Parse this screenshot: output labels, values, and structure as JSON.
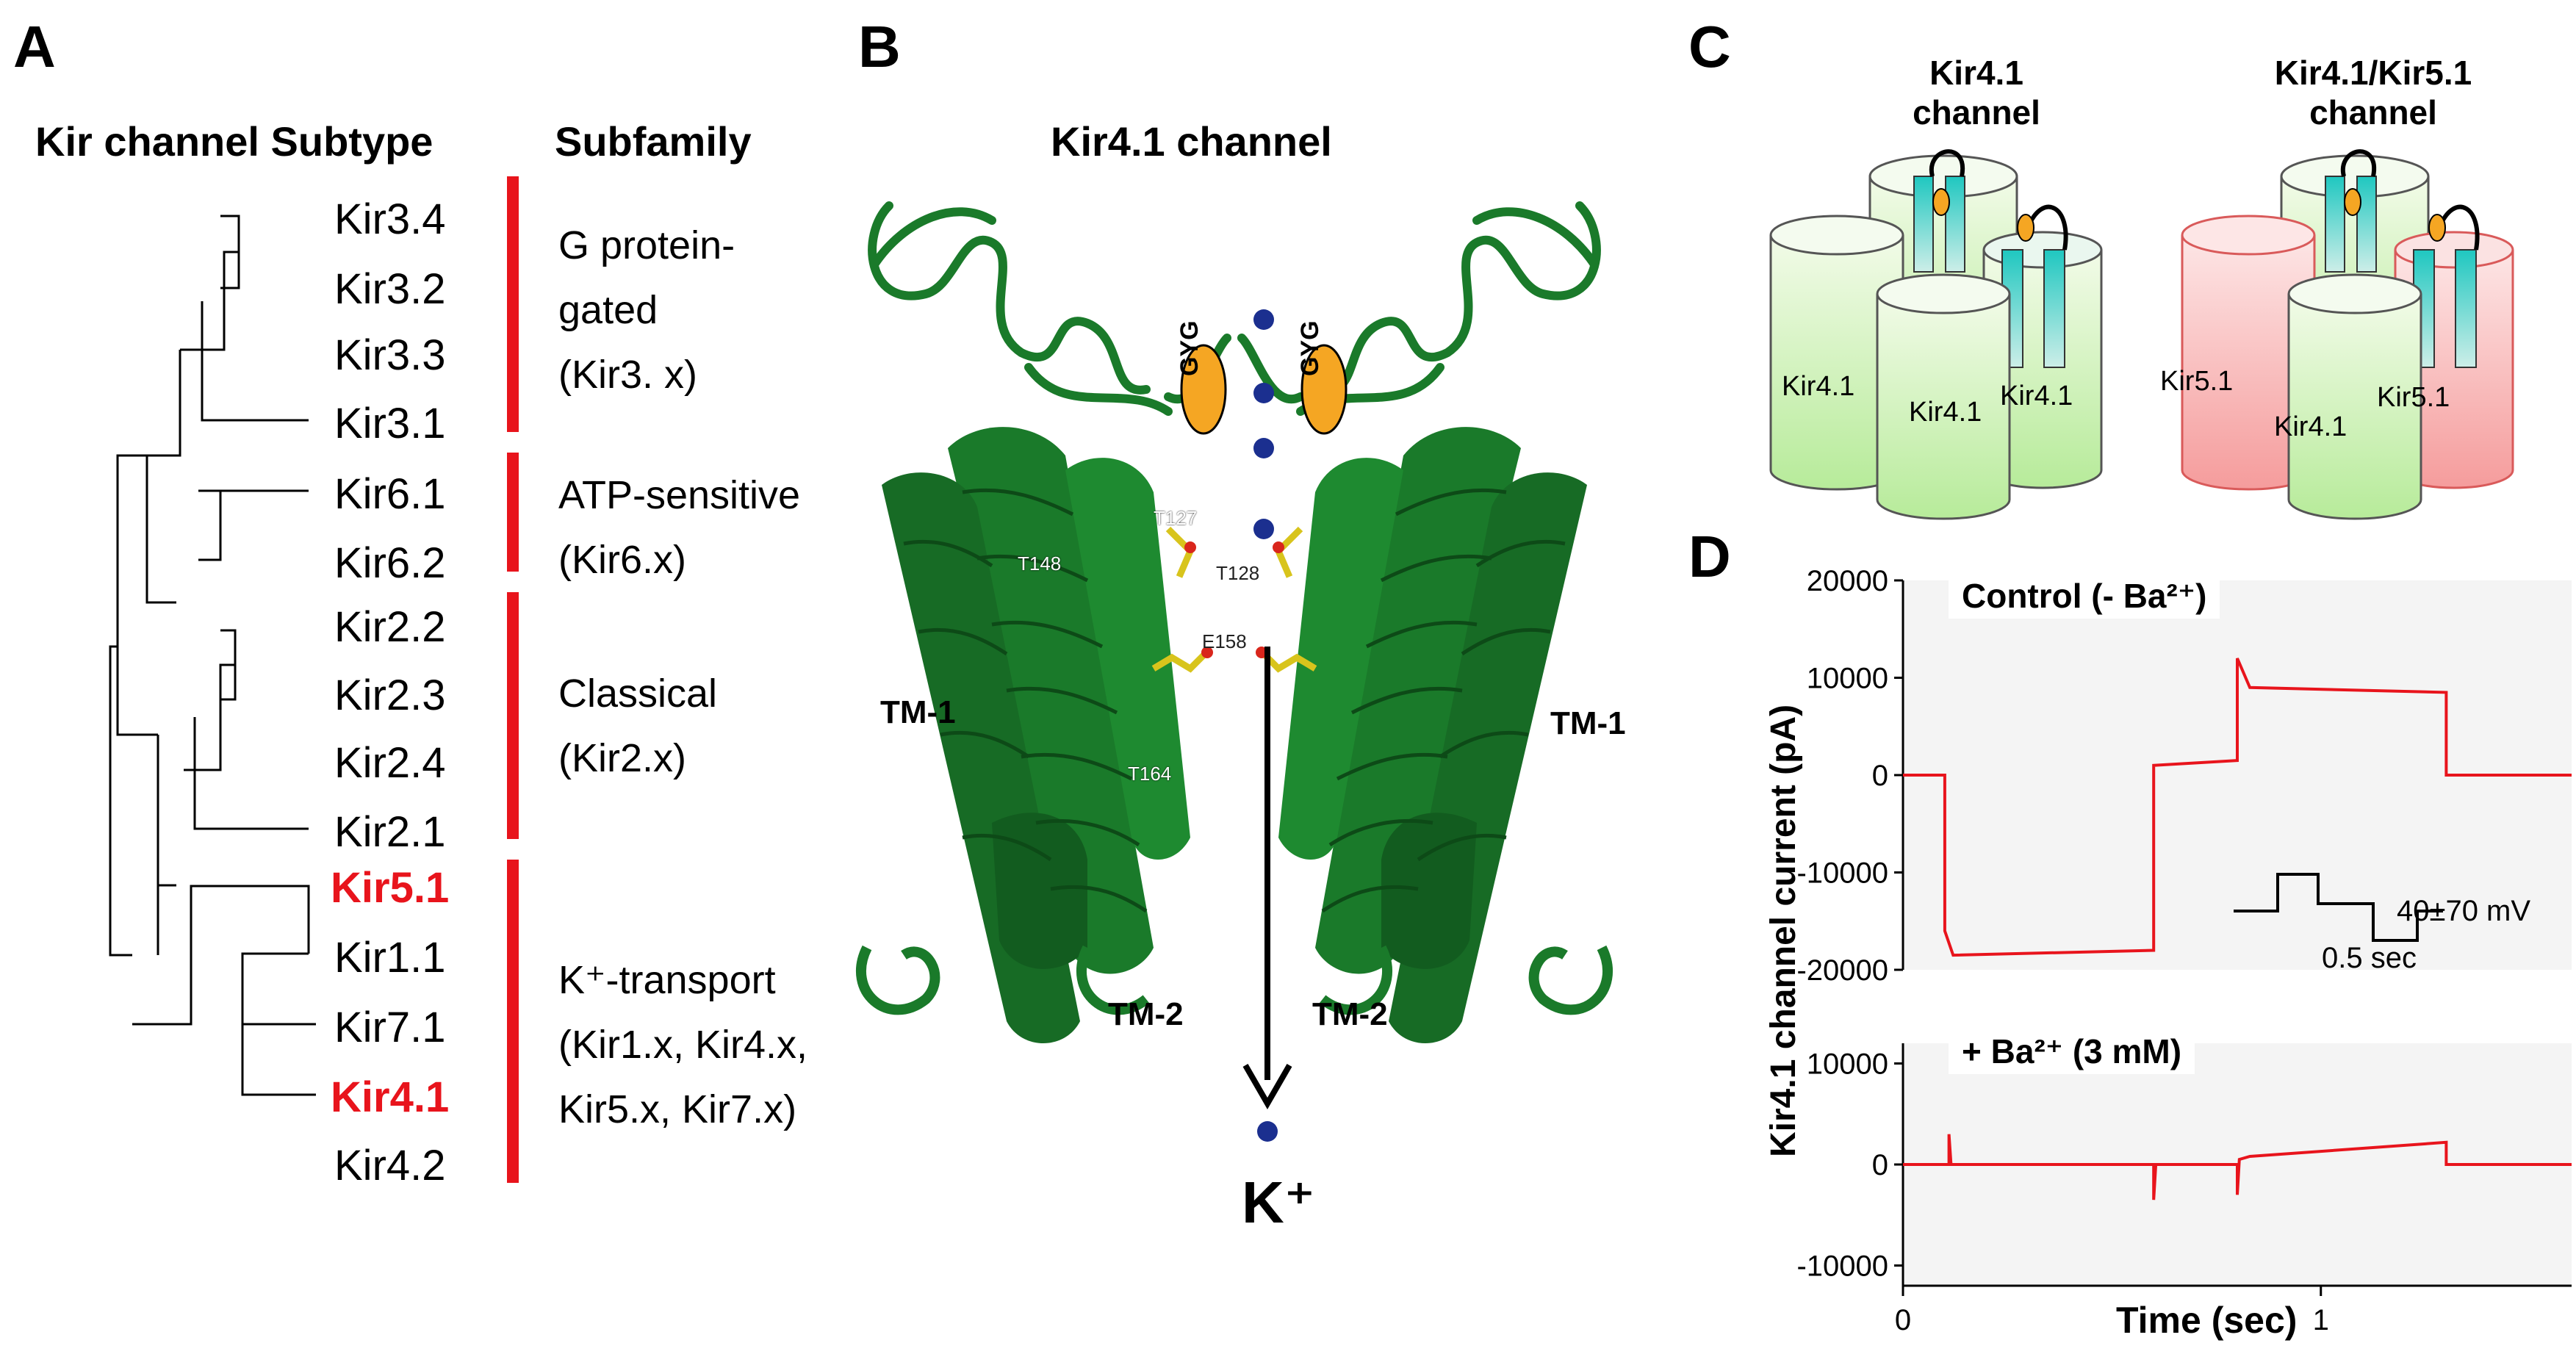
{
  "panels": {
    "a": {
      "letter": "A",
      "col_subtype": "Kir channel Subtype",
      "col_subfamily": "Subfamily",
      "leaves": [
        {
          "label": "Kir3.4",
          "highlight": false
        },
        {
          "label": "Kir3.2",
          "highlight": false
        },
        {
          "label": "Kir3.3",
          "highlight": false
        },
        {
          "label": "Kir3.1",
          "highlight": false
        },
        {
          "label": "Kir6.1",
          "highlight": false
        },
        {
          "label": "Kir6.2",
          "highlight": false
        },
        {
          "label": "Kir2.2",
          "highlight": false
        },
        {
          "label": "Kir2.3",
          "highlight": false
        },
        {
          "label": "Kir2.4",
          "highlight": false
        },
        {
          "label": "Kir2.1",
          "highlight": false
        },
        {
          "label": "Kir5.1",
          "highlight": true
        },
        {
          "label": "Kir1.1",
          "highlight": false
        },
        {
          "label": "Kir7.1",
          "highlight": false
        },
        {
          "label": "Kir4.1",
          "highlight": true
        },
        {
          "label": "Kir4.2",
          "highlight": false
        }
      ],
      "subfamilies": [
        {
          "lines": [
            "G protein-",
            "gated",
            "(Kir3. x)"
          ]
        },
        {
          "lines": [
            "ATP-sensitive",
            "(Kir6.x)"
          ]
        },
        {
          "lines": [
            "Classical",
            "(Kir2.x)"
          ]
        },
        {
          "lines": [
            "K⁺-transport",
            "(Kir1.x, Kir4.x,",
            "Kir5.x, Kir7.x)"
          ]
        }
      ],
      "bar_color": "#e8141c"
    },
    "b": {
      "letter": "B",
      "title": "Kir4.1 channel",
      "gyg_left": "GYG",
      "gyg_right": "GYG",
      "tm1_left": "TM-1",
      "tm1_right": "TM-1",
      "tm2_left": "TM-2",
      "tm2_right": "TM-2",
      "residues": [
        "T127",
        "T128",
        "T148",
        "E158",
        "T164"
      ],
      "ion_label": "K⁺",
      "protein_color": "#1a7a2a",
      "gyg_color": "#f5a623",
      "ion_color": "#1b2f8f"
    },
    "c": {
      "letter": "C",
      "left_title": [
        "Kir4.1",
        "channel"
      ],
      "right_title": [
        "Kir4.1/Kir5.1",
        "channel"
      ],
      "left_labels": [
        "Kir4.1",
        "Kir4.1",
        "Kir4.1"
      ],
      "right_labels": [
        "Kir5.1",
        "Kir4.1",
        "Kir5.1"
      ]
    },
    "d": {
      "letter": "D",
      "ylabel": "Kir4.1 channel current (pA)",
      "xlabel": "Time (sec)",
      "top_label": "Control (- Ba²⁺)",
      "bottom_label": "+ Ba²⁺ (3 mM)",
      "protocol_voltage": "40±70 mV",
      "protocol_time": "0.5 sec",
      "trace_color": "#e8141c"
    }
  },
  "chart_data": [
    {
      "type": "line",
      "title": "Control (- Ba²⁺)",
      "xlabel": "",
      "ylabel": "Kir4.1 channel current (pA)",
      "ylim": [
        -20000,
        20000
      ],
      "xlim": [
        0,
        1.6
      ],
      "yticks": [
        20000,
        10000,
        0,
        -10000,
        -20000
      ],
      "series": [
        {
          "x": [
            0,
            0.1,
            0.1,
            0.12,
            0.6,
            0.6,
            0.8,
            0.8,
            0.83,
            1.3,
            1.3,
            1.6
          ],
          "y": [
            0,
            0,
            -16000,
            -18500,
            -18000,
            1000,
            1500,
            12000,
            9000,
            8500,
            0,
            0
          ]
        }
      ]
    },
    {
      "type": "line",
      "title": "+ Ba²⁺ (3 mM)",
      "xlabel": "Time (sec)",
      "ylabel": "Kir4.1 channel current (pA)",
      "ylim": [
        -12000,
        12000
      ],
      "xlim": [
        0,
        1.6
      ],
      "yticks": [
        10000,
        0,
        -10000
      ],
      "xticks": [
        0,
        1
      ],
      "series": [
        {
          "x": [
            0,
            0.11,
            0.11,
            0.115,
            0.6,
            0.6,
            0.605,
            0.8,
            0.8,
            0.805,
            0.83,
            1.3,
            1.3,
            1.6
          ],
          "y": [
            0,
            0,
            3000,
            0,
            0,
            -3500,
            0,
            0,
            -3000,
            500,
            800,
            2200,
            0,
            0
          ]
        }
      ]
    }
  ]
}
